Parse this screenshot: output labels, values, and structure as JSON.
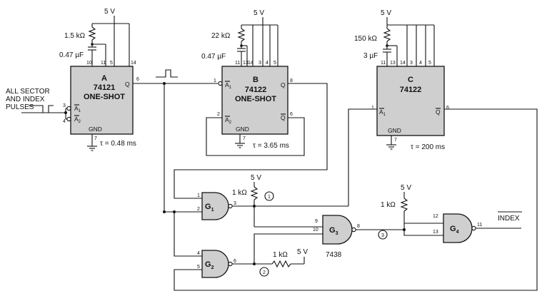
{
  "supply": "5 V",
  "input_label": [
    "ALL SECTOR",
    "AND INDEX",
    "PULSES"
  ],
  "chip_a": {
    "letter": "A",
    "part": "74121",
    "kind": "ONE-SHOT",
    "res": "1.5 kΩ",
    "cap": "0.47 µF",
    "tau": "τ = 0.48 ms",
    "pins": {
      "p10": "10",
      "p11": "11",
      "p5": "5",
      "p14": "14",
      "p3": "3",
      "p4": "4",
      "p6": "6",
      "p7": "7"
    },
    "in1": "A",
    "in1_sub": "1",
    "in2": "A",
    "in2_sub": "2",
    "out": "Q",
    "gnd": "GND"
  },
  "chip_b": {
    "letter": "B",
    "part": "74122",
    "kind": "ONE-SHOT",
    "res": "22 kΩ",
    "cap": "0.47 µF",
    "tau": "τ = 3.65 ms",
    "pins": {
      "p11": "11",
      "p13": "13",
      "p14": "14",
      "p3": "3",
      "p4": "4",
      "p5": "5",
      "p1": "1",
      "p2": "2",
      "p8": "8",
      "p6": "6",
      "p7": "7"
    },
    "in1": "A",
    "in1_sub": "1",
    "in2": "A",
    "in2_sub": "2",
    "out": "Q",
    "outbar": "Q",
    "gnd": "GND"
  },
  "chip_c": {
    "letter": "C",
    "part": "74122",
    "res": "150 kΩ",
    "cap": "3 µF",
    "tau": "τ = 200 ms",
    "pins": {
      "p11": "11",
      "p13": "13",
      "p14": "14",
      "p3": "3",
      "p4": "4",
      "p5": "5",
      "p1": "1",
      "p6": "6",
      "p7": "7"
    },
    "in1": "A",
    "in1_sub": "1",
    "outbar": "Q",
    "gnd": "GND"
  },
  "gates": {
    "g1": {
      "name": "G",
      "sub": "1",
      "pins": [
        "1",
        "2",
        "3"
      ]
    },
    "g2": {
      "name": "G",
      "sub": "2",
      "pins": [
        "4",
        "5",
        "6"
      ]
    },
    "g3": {
      "name": "G",
      "sub": "3",
      "pins": [
        "9",
        "10",
        "8"
      ]
    },
    "g4": {
      "name": "G",
      "sub": "4",
      "pins": [
        "12",
        "13",
        "11"
      ]
    }
  },
  "pullups": {
    "r1": "1 kΩ",
    "r2": "1 kΩ",
    "r3": "1 kΩ"
  },
  "nodes": [
    "1",
    "2",
    "3"
  ],
  "gate_ic": "7438",
  "output_label": "INDEX"
}
